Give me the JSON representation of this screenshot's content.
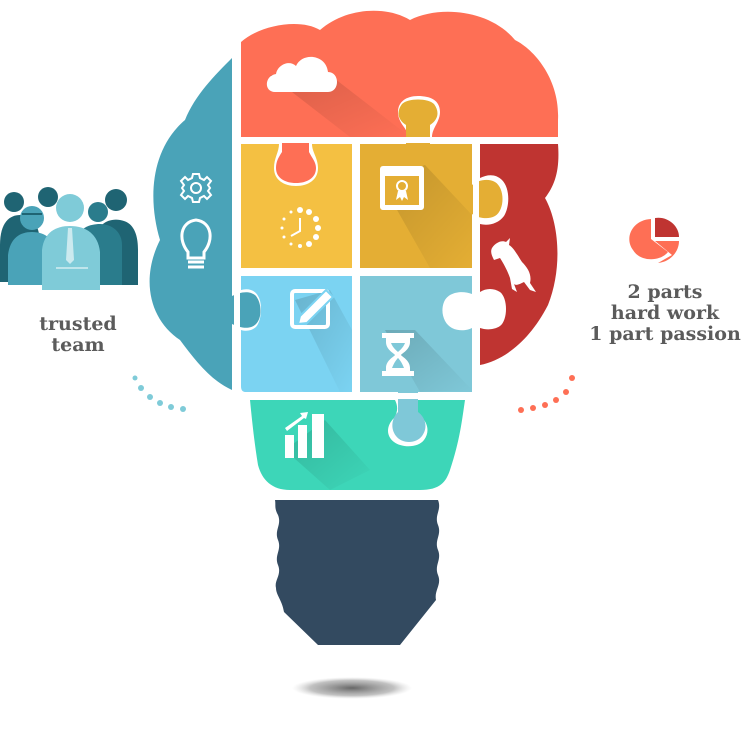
{
  "colors": {
    "cloud_top": "#fe6f55",
    "teal_left": "#4aa3b8",
    "yellow_left": "#f4c042",
    "yellow_right": "#e4ae34",
    "red_right": "#bf3431",
    "light_blue": "#7bd3f2",
    "blue_grey": "#7fc8d8",
    "green": "#3dd6b8",
    "base": "#334a60",
    "text": "#5b5b5b",
    "dots_left": "#7fcbd8",
    "dots_right": "#fe6f55"
  },
  "left_caption": {
    "lines": [
      "trusted",
      "team"
    ],
    "icon": "team-people-icon"
  },
  "right_caption": {
    "lines": [
      "2 parts",
      "hard work",
      "1 part passion"
    ],
    "icon": "pie-chart-icon"
  },
  "bulb_pieces": [
    {
      "name": "cloud",
      "icon": "cloud-icon"
    },
    {
      "name": "gear-bulb",
      "icon": "gear-icon"
    },
    {
      "name": "clock",
      "icon": "clock-icon"
    },
    {
      "name": "certificate",
      "icon": "certificate-icon"
    },
    {
      "name": "kangaroo",
      "icon": "kangaroo-icon"
    },
    {
      "name": "edit",
      "icon": "edit-icon"
    },
    {
      "name": "hourglass",
      "icon": "hourglass-icon"
    },
    {
      "name": "growth",
      "icon": "growth-chart-icon"
    }
  ]
}
